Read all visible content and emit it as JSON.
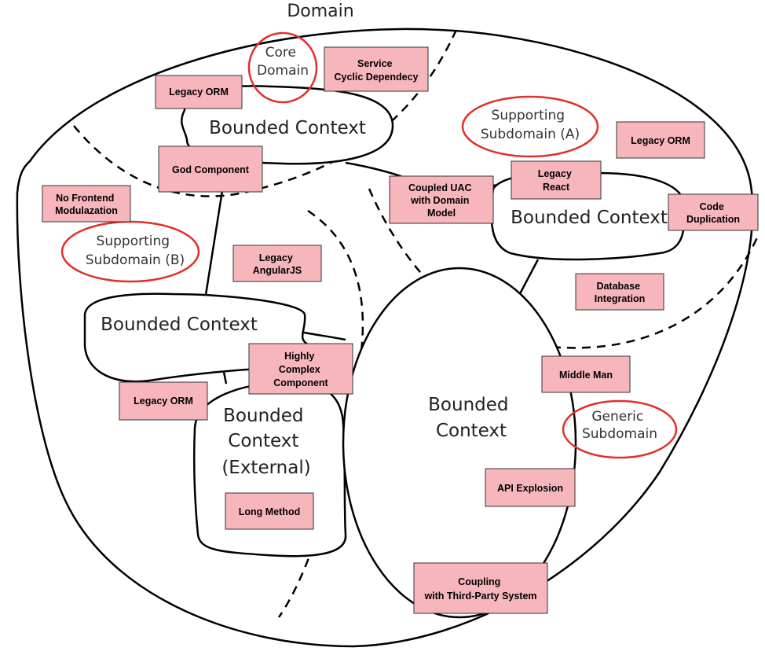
{
  "domain_title": "Domain",
  "subdomains": {
    "core": [
      "Core",
      "Domain"
    ],
    "supporting_a": [
      "Supporting",
      "Subdomain (A)"
    ],
    "supporting_b": [
      "Supporting",
      "Subdomain (B)"
    ],
    "generic": [
      "Generic",
      "Subdomain"
    ]
  },
  "bounded_contexts": {
    "top": "Bounded Context",
    "right": "Bounded Context",
    "left": "Bounded Context",
    "external": [
      "Bounded",
      "Context",
      "(External)"
    ],
    "center": [
      "Bounded",
      "Context"
    ]
  },
  "smells": {
    "legacy_orm_top": [
      "Legacy ORM"
    ],
    "service_cyclic": [
      "Service",
      "Cyclic Dependecy"
    ],
    "legacy_orm_right": [
      "Legacy ORM"
    ],
    "god_component": [
      "God Component"
    ],
    "no_frontend": [
      "No Frontend",
      "Modulazation"
    ],
    "legacy_react": [
      "Legacy",
      "React"
    ],
    "coupled_uac": [
      "Coupled UAC",
      "with Domain",
      "Model"
    ],
    "code_duplication": [
      "Code",
      "Duplication"
    ],
    "legacy_angularjs": [
      "Legacy",
      "AngularJS"
    ],
    "database_integration": [
      "Database",
      "Integration"
    ],
    "highly_complex": [
      "Highly",
      "Complex",
      "Component"
    ],
    "middle_man": [
      "Middle Man"
    ],
    "legacy_orm_left": [
      "Legacy ORM"
    ],
    "api_explosion": [
      "API  Explosion"
    ],
    "long_method": [
      "Long Method"
    ],
    "coupling_third_party": [
      "Coupling",
      "with Third-Party System"
    ]
  },
  "colors": {
    "smell_fill": "#f7b6bb",
    "subdomain_ring": "#e0302a",
    "line": "#000000"
  }
}
